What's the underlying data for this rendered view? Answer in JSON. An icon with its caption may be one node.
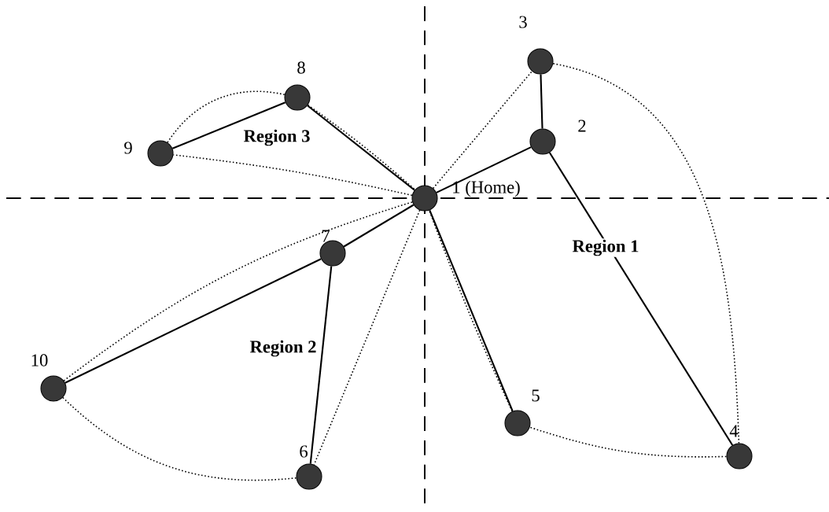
{
  "diagram": {
    "nodes": [
      {
        "text": [],
        "shape": "circle",
        "beside": [
          "1 (Home)"
        ]
      },
      {
        "text": [],
        "shape": "circle",
        "beside": [
          "2"
        ]
      },
      {
        "text": [],
        "shape": "circle",
        "beside": [
          "3"
        ]
      },
      {
        "text": [],
        "shape": "circle",
        "beside": [
          "4"
        ]
      },
      {
        "text": [],
        "shape": "circle",
        "beside": [
          "5"
        ]
      },
      {
        "text": [],
        "shape": "circle",
        "beside": [
          "6"
        ]
      },
      {
        "text": [],
        "shape": "circle",
        "beside": [
          "7"
        ]
      },
      {
        "text": [],
        "shape": "circle",
        "beside": [
          "8"
        ]
      },
      {
        "text": [],
        "shape": "circle",
        "beside": [
          "9"
        ]
      },
      {
        "text": [],
        "shape": "circle",
        "beside": [
          "10"
        ]
      }
    ],
    "edges": [
      {
        "from": 0,
        "to": 1,
        "arrow": "none"
      },
      {
        "from": 1,
        "to": 2,
        "arrow": "none"
      },
      {
        "from": 1,
        "to": 3,
        "arrow": "none"
      },
      {
        "from": 0,
        "to": 4,
        "arrow": "none"
      },
      {
        "from": 0,
        "to": 7,
        "arrow": "none"
      },
      {
        "from": 7,
        "to": 8,
        "arrow": "none"
      },
      {
        "from": 0,
        "to": 6,
        "arrow": "none"
      },
      {
        "from": 6,
        "to": 9,
        "arrow": "none"
      },
      {
        "from": 6,
        "to": 5,
        "arrow": "none"
      },
      {
        "from": 0,
        "to": 2,
        "arrow": "none",
        "style": "dashed"
      },
      {
        "from": 2,
        "to": 3,
        "arrow": "none",
        "style": "dashed"
      },
      {
        "from": 3,
        "to": 4,
        "arrow": "none",
        "style": "dashed"
      },
      {
        "from": 4,
        "to": 0,
        "arrow": "none",
        "style": "dashed"
      },
      {
        "from": 0,
        "to": 5,
        "arrow": "none",
        "style": "dashed"
      },
      {
        "from": 5,
        "to": 9,
        "arrow": "none",
        "style": "dashed"
      },
      {
        "from": 9,
        "to": 0,
        "arrow": "none",
        "style": "dashed"
      },
      {
        "from": 0,
        "to": 8,
        "arrow": "none",
        "style": "dashed"
      },
      {
        "from": 8,
        "to": 7,
        "arrow": "none",
        "style": "dashed"
      },
      {
        "from": 7,
        "to": 0,
        "arrow": "none",
        "style": "dashed"
      }
    ],
    "labels": [
      "Region 3",
      "Region 1",
      "Region 2"
    ]
  }
}
